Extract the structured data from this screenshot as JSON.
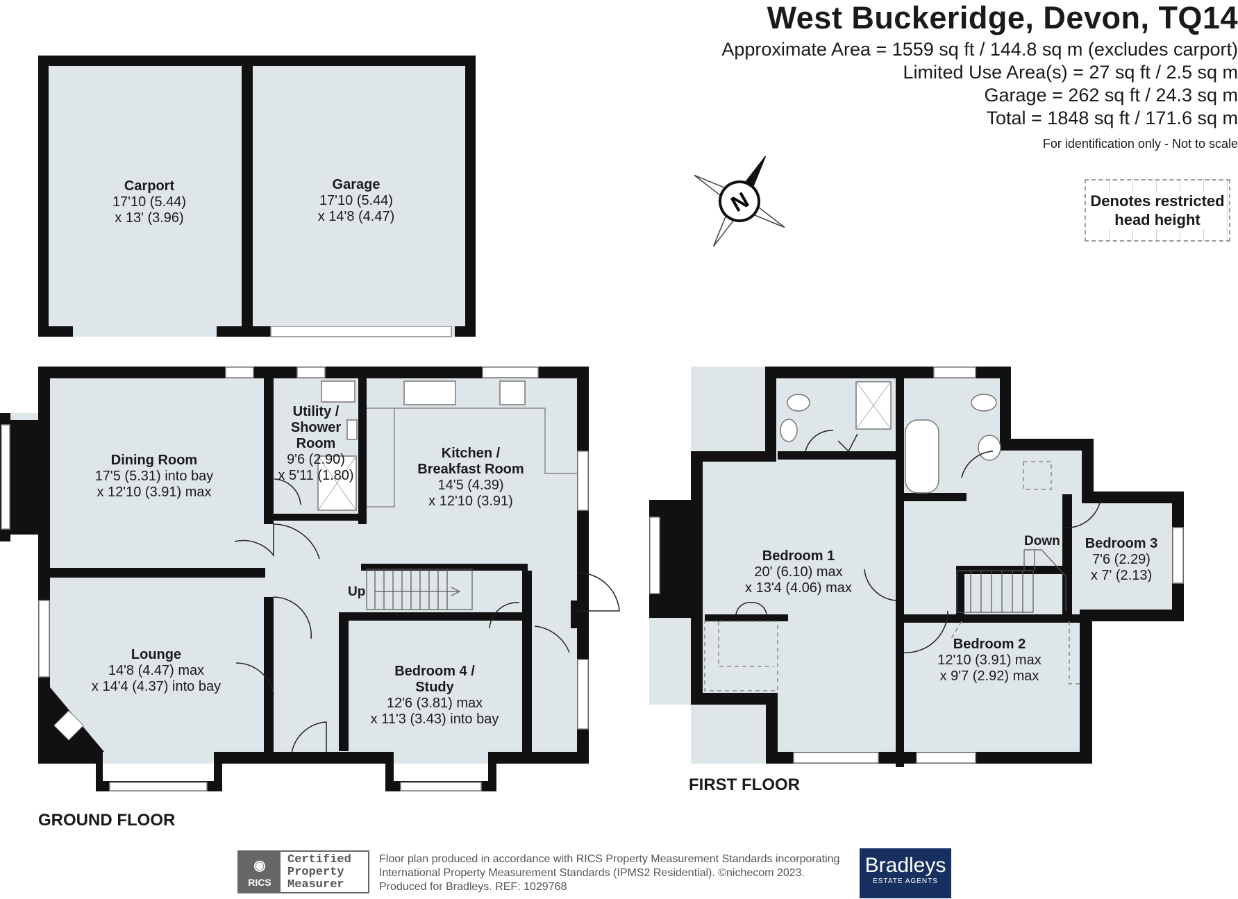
{
  "header": {
    "title": "West Buckeridge, Devon, TQ14",
    "areas": [
      "Approximate Area = 1559 sq ft / 144.8 sq m (excludes carport)",
      "Limited Use Area(s) = 27 sq ft / 2.5 sq m",
      "Garage = 262 sq ft / 24.3 sq m",
      "Total = 1848 sq ft / 171.6 sq m"
    ],
    "note": "For identification only - Not to scale"
  },
  "legend": {
    "text": "Denotes restricted\nhead height"
  },
  "compass": {
    "label": "N"
  },
  "rooms": {
    "carport": {
      "name": "Carport",
      "dims": [
        "17'10 (5.44)",
        "x 13' (3.96)"
      ]
    },
    "garage": {
      "name": "Garage",
      "dims": [
        "17'10 (5.44)",
        "x 14'8 (4.47)"
      ]
    },
    "dining": {
      "name": "Dining Room",
      "dims": [
        "17'5 (5.31) into bay",
        "x 12'10 (3.91) max"
      ]
    },
    "utility": {
      "name": "Utility /\nShower\nRoom",
      "dims": [
        "9'6 (2.90)",
        "x 5'11 (1.80)"
      ]
    },
    "kitchen": {
      "name": "Kitchen /\nBreakfast Room",
      "dims": [
        "14'5 (4.39)",
        "x 12'10 (3.91)"
      ]
    },
    "lounge": {
      "name": "Lounge",
      "dims": [
        "14'8 (4.47) max",
        "x 14'4 (4.37) into bay"
      ]
    },
    "bedroom4": {
      "name": "Bedroom 4 /\nStudy",
      "dims": [
        "12'6 (3.81) max",
        "x 11'3 (3.43) into bay"
      ]
    },
    "bedroom1": {
      "name": "Bedroom 1",
      "dims": [
        "20' (6.10) max",
        "x 13'4 (4.06) max"
      ]
    },
    "bedroom2": {
      "name": "Bedroom 2",
      "dims": [
        "12'10 (3.91) max",
        "x 9'7 (2.92) max"
      ]
    },
    "bedroom3": {
      "name": "Bedroom 3",
      "dims": [
        "7'6 (2.29)",
        "x 7' (2.13)"
      ]
    }
  },
  "stairs": {
    "up": "Up",
    "down": "Down"
  },
  "floors": {
    "ground": "GROUND FLOOR",
    "first": "FIRST FLOOR"
  },
  "footer": {
    "rics_logo": "RICS",
    "rics_badge": "Certified\nProperty\nMeasurer",
    "credits": [
      "Floor plan produced in accordance with RICS Property Measurement Standards incorporating",
      "International Property Measurement Standards (IPMS2 Residential).  ©nichecom 2023.",
      "Produced for Bradleys.   REF: 1029768"
    ],
    "brand_name": "Bradleys",
    "brand_sub": "ESTATE AGENTS"
  },
  "colors": {
    "wall": "#111111",
    "floor": "#dfe6ea",
    "restricted": "#b8b8b8"
  }
}
